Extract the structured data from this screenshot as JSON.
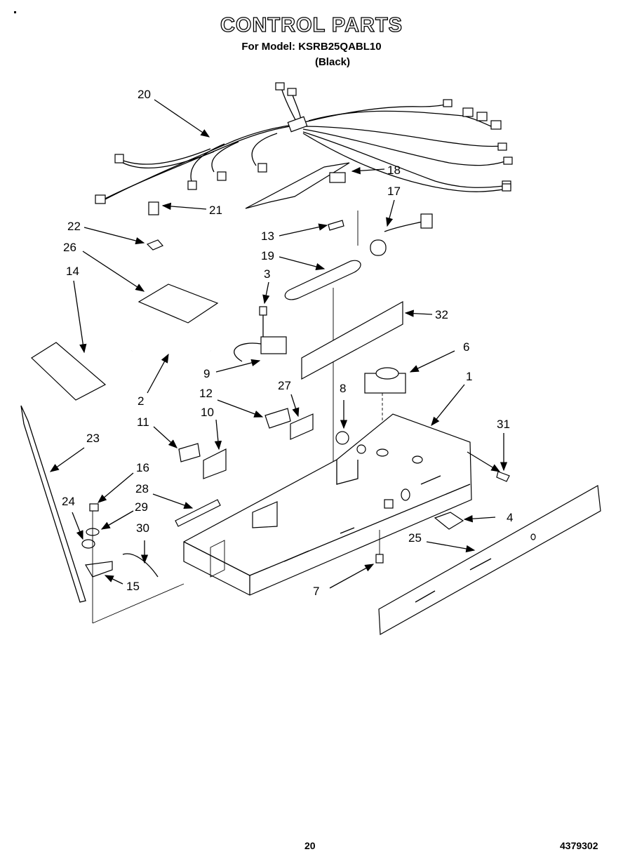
{
  "header": {
    "title": "CONTROL PARTS",
    "model_line": "For Model: KSRB25QABL10",
    "variant": "(Black)"
  },
  "callouts": {
    "c1": "1",
    "c2": "2",
    "c3": "3",
    "c4": "4",
    "c6": "6",
    "c7": "7",
    "c8": "8",
    "c9": "9",
    "c10": "10",
    "c11": "11",
    "c12": "12",
    "c13": "13",
    "c14": "14",
    "c15": "15",
    "c16": "16",
    "c17": "17",
    "c18": "18",
    "c19": "19",
    "c20": "20",
    "c21": "21",
    "c22": "22",
    "c23": "23",
    "c24": "24",
    "c25": "25",
    "c26": "26",
    "c27": "27",
    "c28": "28",
    "c29": "29",
    "c30": "30",
    "c31": "31",
    "c32": "32"
  },
  "footer": {
    "page_number": "20",
    "doc_number": "4379302"
  }
}
